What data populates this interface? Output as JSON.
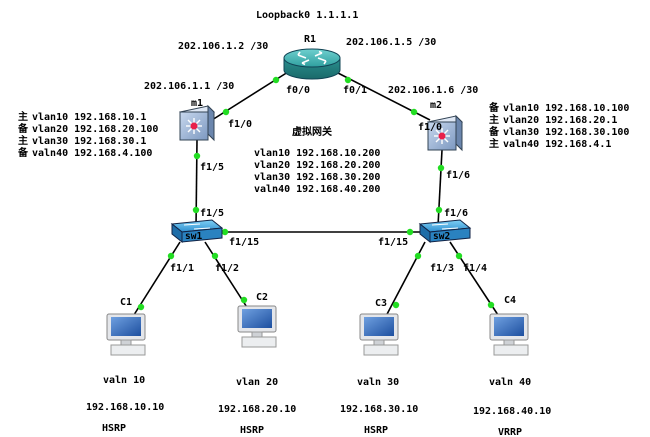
{
  "title": "Loopback0 1.1.1.1",
  "router": {
    "name": "R1",
    "port_left": "f0/0",
    "port_right": "f0/1"
  },
  "links": {
    "r1_left_ip": "202.106.1.2 /30",
    "r1_right_ip": "202.106.1.5 /30",
    "m1_ip": "202.106.1.1 /30",
    "m2_ip": "202.106.1.6 /30"
  },
  "m1": {
    "name": "m1",
    "port_up": "f1/0",
    "port_down": "f1/5",
    "vlans": [
      {
        "role": "主",
        "text": "vlan10 192.168.10.1"
      },
      {
        "role": "备",
        "text": "vlan20 192.168.20.100"
      },
      {
        "role": "主",
        "text": "vlan30 192.168.30.1"
      },
      {
        "role": "备",
        "text": "valn40 192.168.4.100"
      }
    ]
  },
  "m2": {
    "name": "m2",
    "port_up": "f1/0",
    "port_down": "f1/6",
    "vlans": [
      {
        "role": "备",
        "text": "vlan10 192.168.10.100"
      },
      {
        "role": "主",
        "text": "vlan20 192.168.20.1"
      },
      {
        "role": "备",
        "text": "vlan30 192.168.30.100"
      },
      {
        "role": "主",
        "text": "valn40 192.168.4.1"
      }
    ]
  },
  "virtual_gateway": {
    "title": "虚拟网关",
    "lines": [
      "vlan10 192.168.10.200",
      "vlan20 192.168.20.200",
      "vlan30 192.168.30.200",
      "valn40 192.168.40.200"
    ]
  },
  "sw1": {
    "name": "sw1",
    "port_up": "f1/5",
    "port_trunk": "f1/15",
    "port_c1": "f1/1",
    "port_c2": "f1/2"
  },
  "sw2": {
    "name": "sw2",
    "port_up": "f1/6",
    "port_trunk": "f1/15",
    "port_c3": "f1/3",
    "port_c4": "f1/4"
  },
  "clients": [
    {
      "name": "C1",
      "vlan": "valn 10",
      "ip": "192.168.10.10",
      "proto": "HSRP"
    },
    {
      "name": "C2",
      "vlan": "vlan 20",
      "ip": "192.168.20.10",
      "proto": "HSRP"
    },
    {
      "name": "C3",
      "vlan": "valn 30",
      "ip": "192.168.30.10",
      "proto": "HSRP"
    },
    {
      "name": "C4",
      "vlan": "valn 40",
      "ip": "192.168.40.10",
      "proto": "VRRP"
    }
  ],
  "colors": {
    "link": "#000000",
    "port_dot": "#22dd22",
    "router": "#2a9a9a",
    "l3switch": "#8aa6c8",
    "l2switch": "#3a9ad0"
  }
}
